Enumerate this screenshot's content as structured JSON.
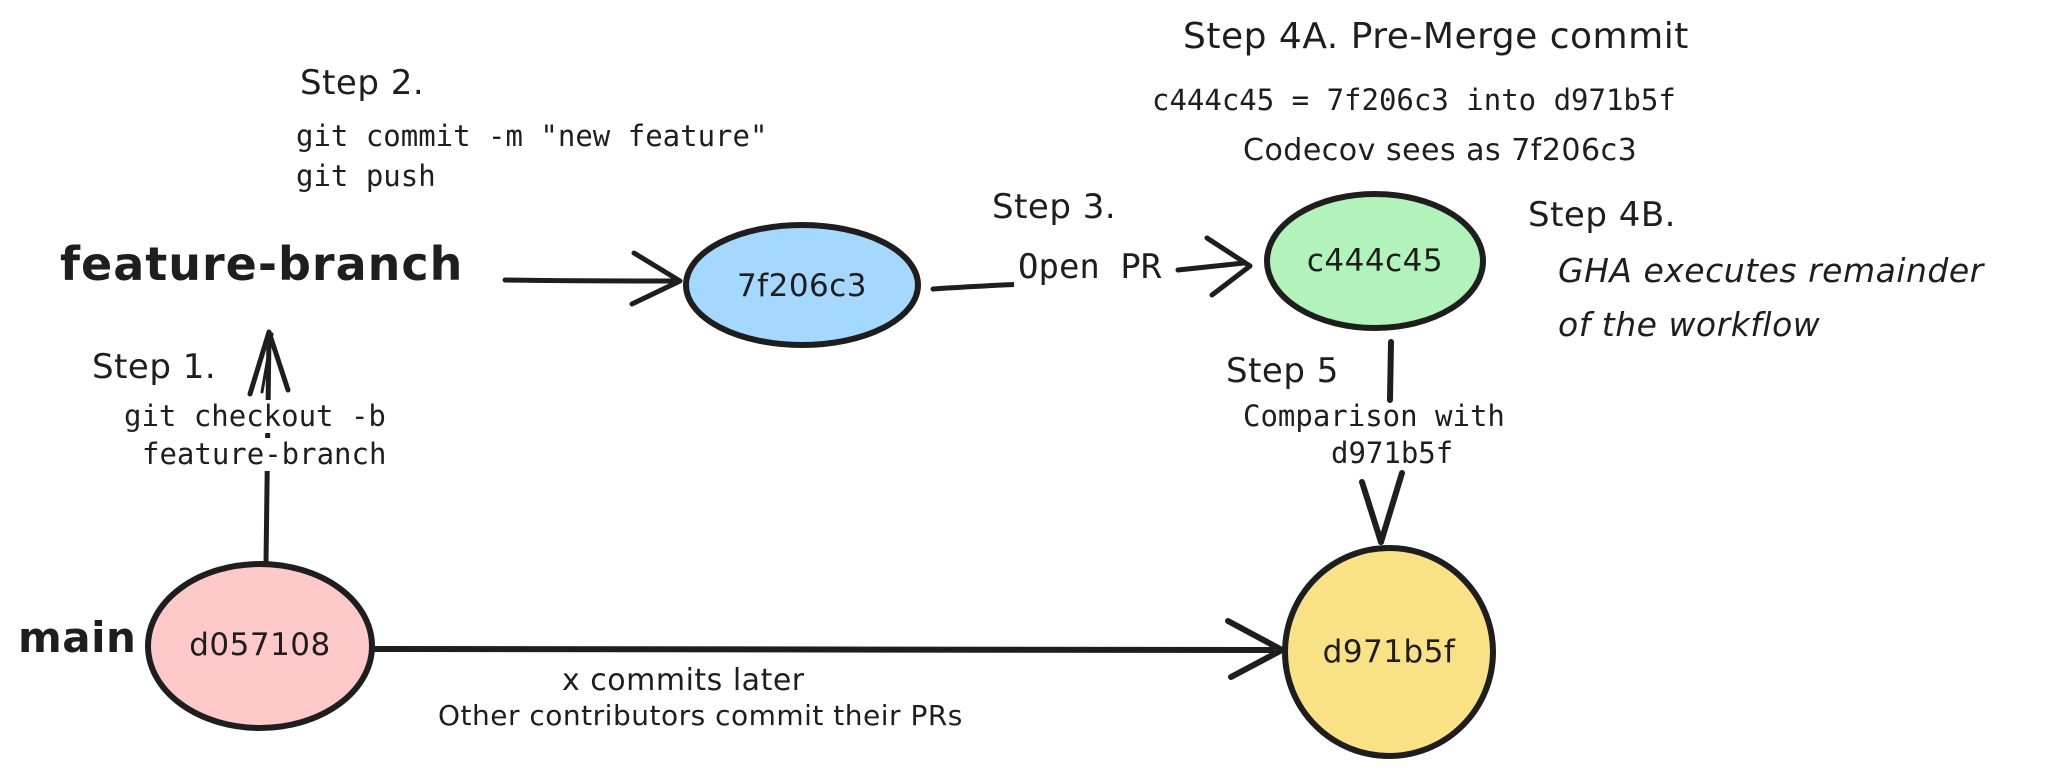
{
  "canvas": {
    "background": "#ffffff",
    "stroke": "#1e1e1e"
  },
  "branches": {
    "feature": "feature-branch",
    "main": "main"
  },
  "nodes": {
    "feature_head": {
      "label": "7f206c3",
      "fill": "#a5d8ff"
    },
    "pre_merge": {
      "label": "c444c45",
      "fill": "#b2f2bb"
    },
    "main_base": {
      "label": "d057108",
      "fill": "#ffc9c9"
    },
    "main_head": {
      "label": "d971b5f",
      "fill": "#f9e286"
    }
  },
  "annotations": {
    "step1": {
      "title": "Step 1.",
      "code1": "git checkout -b",
      "code2": "feature-branch"
    },
    "step2": {
      "title": "Step 2.",
      "code1": "git commit -m \"new feature\"",
      "code2": "git push"
    },
    "step3": {
      "title": "Step 3.",
      "action": "Open PR"
    },
    "step4a": {
      "title": "Step 4A. Pre-Merge commit",
      "detail": "c444c45 = 7f206c3 into d971b5f",
      "note": "Codecov sees as 7f206c3"
    },
    "step4b": {
      "title": "Step 4B.",
      "line1": "GHA executes remainder",
      "line2": "of the workflow"
    },
    "step5": {
      "title": "Step 5",
      "line1": "Comparison with",
      "line2": "d971b5f"
    },
    "main_arrow": {
      "line1": "x commits later",
      "line2": "Other contributors commit their PRs"
    }
  }
}
